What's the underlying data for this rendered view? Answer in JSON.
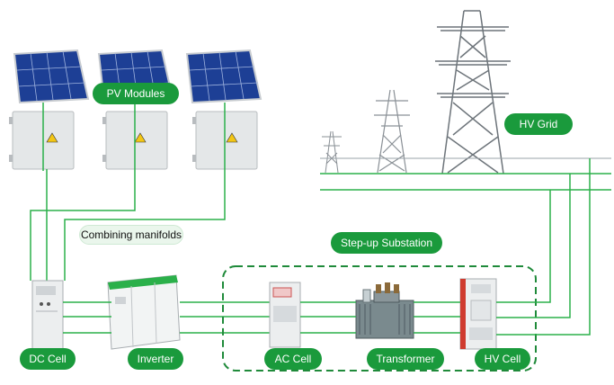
{
  "labels": {
    "pv_modules": "PV Modules",
    "hv_grid": "HV Grid",
    "combining_manifolds": "Combining manifolds",
    "step_up_substation": "Step-up Substation",
    "dc_cell": "DC Cell",
    "inverter": "Inverter",
    "ac_cell": "AC Cell",
    "transformer": "Transformer",
    "hv_cell": "HV Cell"
  },
  "colors": {
    "line_green": "#2bb04a",
    "pill_green": "#1a9a3c",
    "panel_blue": "#1d3f95",
    "cabinet_gray": "#e4e7e8",
    "tower_gray": "#7c8288"
  }
}
